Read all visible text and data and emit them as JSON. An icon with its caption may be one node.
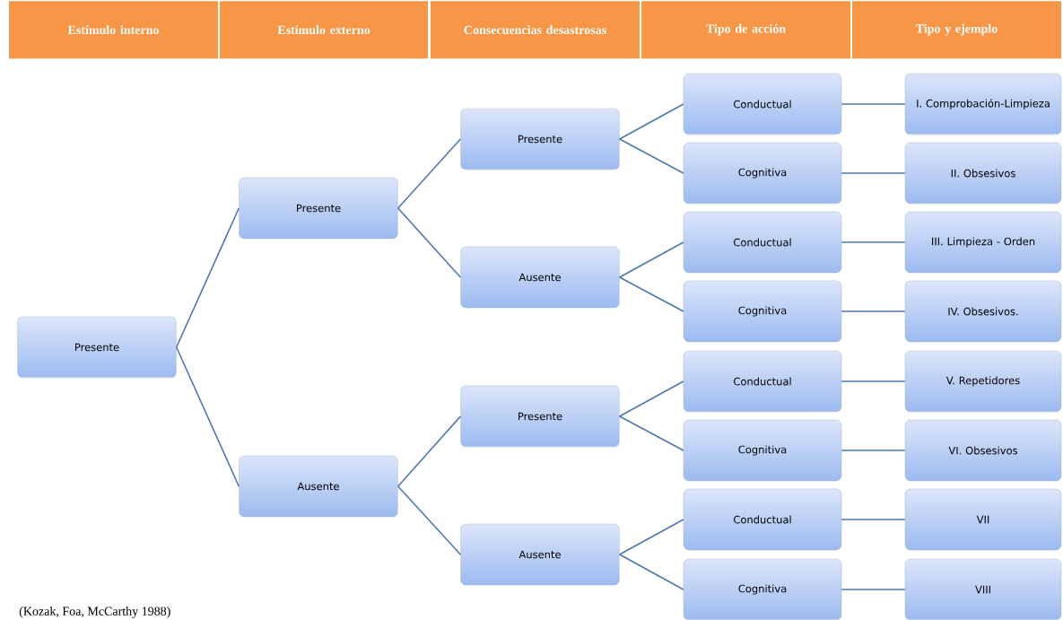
{
  "diagram": {
    "caption": "(Kozak, Foa, McCarthy 1988)",
    "nodes": [
      {
        "text": [
          "Estímulo interno"
        ]
      },
      {
        "text": [
          "Estímulo externo"
        ]
      },
      {
        "text": [
          "Consecuencias desastrosas"
        ]
      },
      {
        "text": [
          "Tipo de acción"
        ]
      },
      {
        "text": [
          "Tipo y ejemplo"
        ]
      },
      {
        "text": [
          "Presente"
        ]
      },
      {
        "text": [
          "Presente"
        ]
      },
      {
        "text": [
          "Ausente"
        ]
      },
      {
        "text": [
          "Presente"
        ]
      },
      {
        "text": [
          "Ausente"
        ]
      },
      {
        "text": [
          "Presente"
        ]
      },
      {
        "text": [
          "Ausente"
        ]
      },
      {
        "text": [
          "Conductual"
        ]
      },
      {
        "text": [
          "Cognitiva"
        ]
      },
      {
        "text": [
          "Conductual"
        ]
      },
      {
        "text": [
          "Cognitiva"
        ]
      },
      {
        "text": [
          "Conductual"
        ]
      },
      {
        "text": [
          "Cognitiva"
        ]
      },
      {
        "text": [
          "Conductual"
        ]
      },
      {
        "text": [
          "Cognitiva"
        ]
      },
      {
        "text": [
          "I. Comprobación-Limpieza"
        ]
      },
      {
        "text": [
          "II. Obsesivos"
        ]
      },
      {
        "text": [
          "III. Limpieza - Orden"
        ]
      },
      {
        "text": [
          "IV. Obsesivos."
        ]
      },
      {
        "text": [
          "V. Repetidores"
        ]
      },
      {
        "text": [
          "VI. Obsesivos"
        ]
      },
      {
        "text": [
          "VII"
        ]
      },
      {
        "text": [
          "VIII"
        ]
      }
    ],
    "edges": [
      {
        "from": 5,
        "to": 6,
        "arrow": "none"
      },
      {
        "from": 5,
        "to": 7,
        "arrow": "none"
      },
      {
        "from": 6,
        "to": 8,
        "arrow": "none"
      },
      {
        "from": 6,
        "to": 9,
        "arrow": "none"
      },
      {
        "from": 7,
        "to": 10,
        "arrow": "none"
      },
      {
        "from": 7,
        "to": 11,
        "arrow": "none"
      },
      {
        "from": 8,
        "to": 12,
        "arrow": "none"
      },
      {
        "from": 8,
        "to": 13,
        "arrow": "none"
      },
      {
        "from": 9,
        "to": 14,
        "arrow": "none"
      },
      {
        "from": 9,
        "to": 15,
        "arrow": "none"
      },
      {
        "from": 10,
        "to": 16,
        "arrow": "none"
      },
      {
        "from": 10,
        "to": 17,
        "arrow": "none"
      },
      {
        "from": 11,
        "to": 18,
        "arrow": "none"
      },
      {
        "from": 11,
        "to": 19,
        "arrow": "none"
      },
      {
        "from": 12,
        "to": 20,
        "arrow": "none"
      },
      {
        "from": 13,
        "to": 21,
        "arrow": "none"
      },
      {
        "from": 14,
        "to": 22,
        "arrow": "none"
      },
      {
        "from": 15,
        "to": 23,
        "arrow": "none"
      },
      {
        "from": 16,
        "to": 24,
        "arrow": "none"
      },
      {
        "from": 17,
        "to": 25,
        "arrow": "none"
      },
      {
        "from": 18,
        "to": 26,
        "arrow": "none"
      },
      {
        "from": 19,
        "to": 27,
        "arrow": "none"
      }
    ]
  }
}
